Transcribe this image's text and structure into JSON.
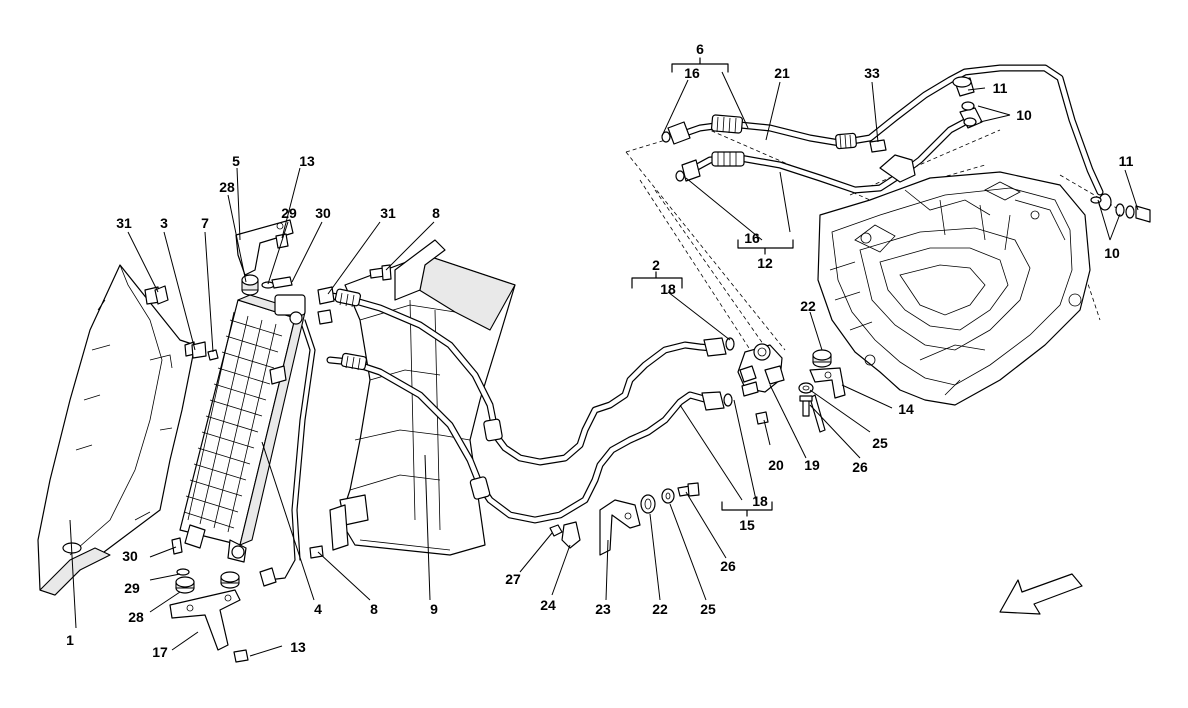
{
  "callouts": [
    {
      "id": "c1",
      "text": "1"
    },
    {
      "id": "c2",
      "text": "2"
    },
    {
      "id": "c3",
      "text": "3"
    },
    {
      "id": "c4",
      "text": "4"
    },
    {
      "id": "c5",
      "text": "5"
    },
    {
      "id": "c6",
      "text": "6"
    },
    {
      "id": "c7",
      "text": "7"
    },
    {
      "id": "c8a",
      "text": "8"
    },
    {
      "id": "c8b",
      "text": "8"
    },
    {
      "id": "c9",
      "text": "9"
    },
    {
      "id": "c10a",
      "text": "10"
    },
    {
      "id": "c10b",
      "text": "10"
    },
    {
      "id": "c11a",
      "text": "11"
    },
    {
      "id": "c11b",
      "text": "11"
    },
    {
      "id": "c12",
      "text": "12"
    },
    {
      "id": "c13a",
      "text": "13"
    },
    {
      "id": "c13b",
      "text": "13"
    },
    {
      "id": "c14",
      "text": "14"
    },
    {
      "id": "c15",
      "text": "15"
    },
    {
      "id": "c16a",
      "text": "16"
    },
    {
      "id": "c16b",
      "text": "16"
    },
    {
      "id": "c17",
      "text": "17"
    },
    {
      "id": "c18a",
      "text": "18"
    },
    {
      "id": "c18b",
      "text": "18"
    },
    {
      "id": "c19",
      "text": "19"
    },
    {
      "id": "c20",
      "text": "20"
    },
    {
      "id": "c21",
      "text": "21"
    },
    {
      "id": "c22a",
      "text": "22"
    },
    {
      "id": "c22b",
      "text": "22"
    },
    {
      "id": "c23",
      "text": "23"
    },
    {
      "id": "c24",
      "text": "24"
    },
    {
      "id": "c25a",
      "text": "25"
    },
    {
      "id": "c25b",
      "text": "25"
    },
    {
      "id": "c26a",
      "text": "26"
    },
    {
      "id": "c26b",
      "text": "26"
    },
    {
      "id": "c27",
      "text": "27"
    },
    {
      "id": "c28a",
      "text": "28"
    },
    {
      "id": "c28b",
      "text": "28"
    },
    {
      "id": "c29a",
      "text": "29"
    },
    {
      "id": "c29b",
      "text": "29"
    },
    {
      "id": "c30a",
      "text": "30"
    },
    {
      "id": "c30b",
      "text": "30"
    },
    {
      "id": "c31a",
      "text": "31"
    },
    {
      "id": "c31b",
      "text": "31"
    },
    {
      "id": "c33",
      "text": "33"
    }
  ]
}
